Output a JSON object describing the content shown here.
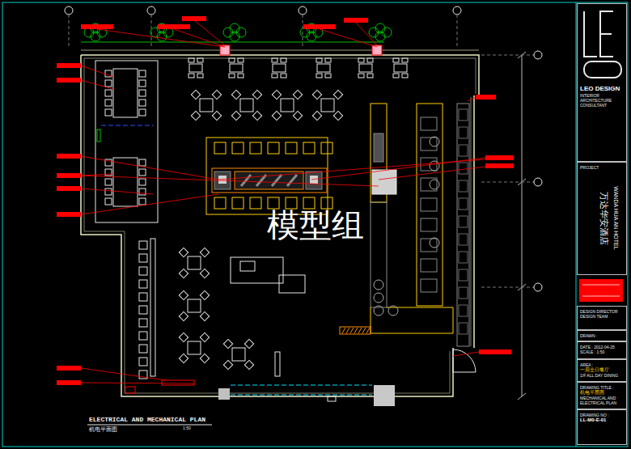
{
  "diagram": {
    "title": "ELECTRICAL AND MECHANICAL PLAN",
    "nodes": [
      {
        "text": [
          "LEO DESIGN",
          "INTERIOR ARCHITECTURE CONSULTANT"
        ]
      },
      {
        "text": [
          "PROJECT",
          "万达华安酒店",
          "WANDA HUA AN HOTEL"
        ]
      },
      {
        "text": [
          "DESIGN DIRECTOR",
          "DESIGN TEAM"
        ]
      },
      {
        "text": [
          "DRAWN :"
        ]
      },
      {
        "text": [
          "DATE : 2012-04-25",
          "SCALE : 1:50"
        ]
      },
      {
        "text": [
          "AREA :",
          "一层全日餐厅",
          "1/F ALL DAY DINING"
        ]
      },
      {
        "text": [
          "DRAWING TITLE :",
          "机电平面图",
          "MECHANICAL AND ELECTRICAL PLAN"
        ]
      },
      {
        "text": [
          "DRAWING NO :",
          "LL-M0-E-01"
        ]
      }
    ],
    "labels": [
      "机电平面图",
      "1:50",
      "模型组"
    ]
  }
}
